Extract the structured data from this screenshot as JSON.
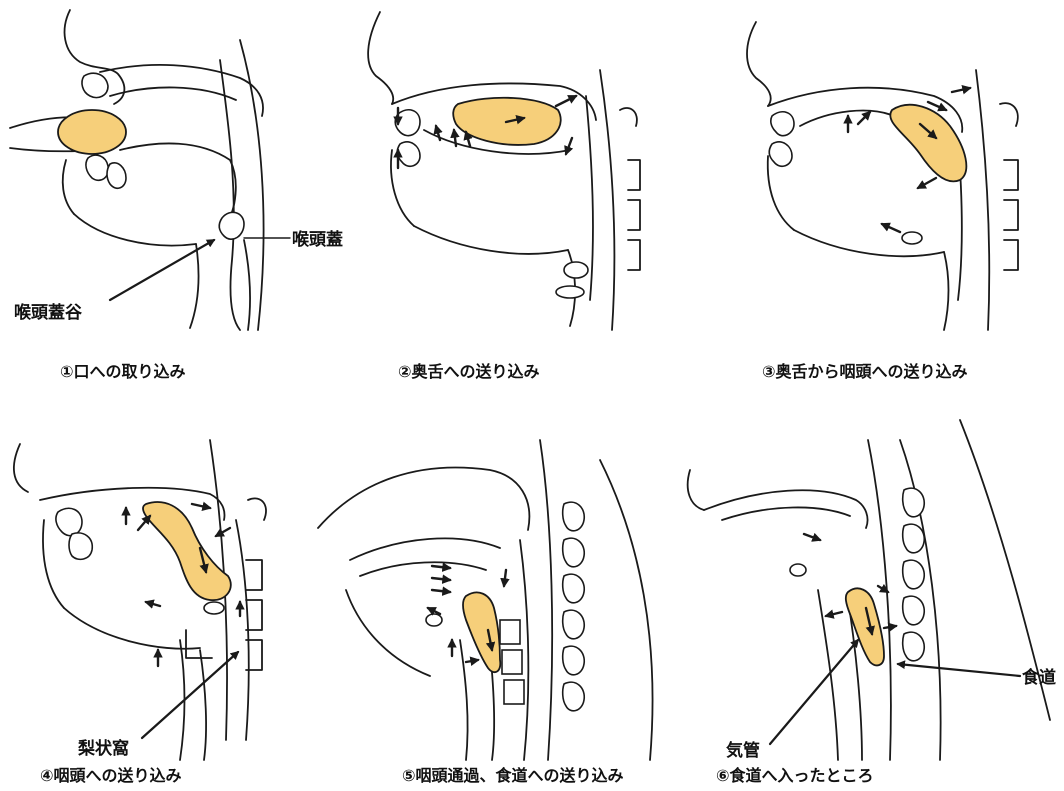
{
  "colors": {
    "bolus_fill": "#f6cf7a",
    "bolus_stroke": "#1a1a1a",
    "line": "#1a1a1a",
    "background": "#ffffff"
  },
  "panels": [
    {
      "caption": "①口への取り込み"
    },
    {
      "caption": "②奥舌への送り込み"
    },
    {
      "caption": "③奥舌から咽頭への送り込み"
    },
    {
      "caption": "④咽頭への送り込み"
    },
    {
      "caption": "⑤咽頭通過、食道への送り込み"
    },
    {
      "caption": "⑥食道へ入ったところ"
    }
  ],
  "labels": {
    "epiglottis": "喉頭蓋",
    "vallecula": "喉頭蓋谷",
    "piriform_sinus": "梨状窩",
    "esophagus": "食道",
    "trachea": "気管"
  }
}
